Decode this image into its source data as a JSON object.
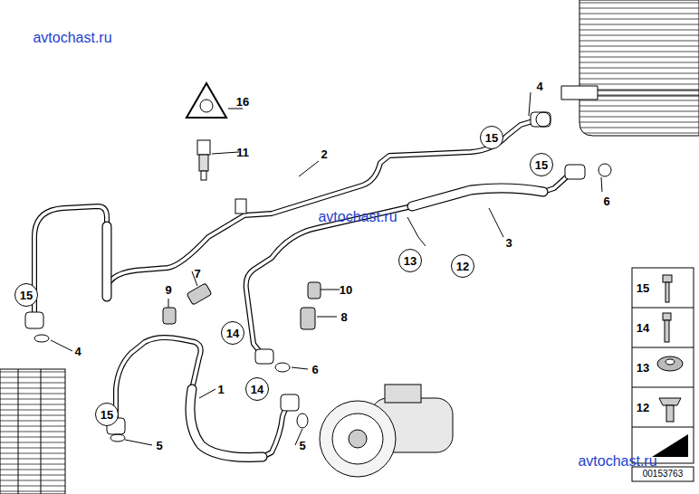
{
  "diagram": {
    "nodes": [
      {
        "text": [
          "15"
        ]
      },
      {
        "text": [
          "15"
        ]
      },
      {
        "text": [
          "13"
        ]
      },
      {
        "text": [
          "12"
        ]
      },
      {
        "text": [
          "15"
        ]
      },
      {
        "text": [
          "14"
        ]
      },
      {
        "text": [
          "14"
        ]
      },
      {
        "text": [
          "15"
        ]
      }
    ],
    "labels": [
      "avtochast.ru",
      "16",
      "4",
      "11",
      "2",
      "6",
      "3",
      "avtochast.ru",
      "7",
      "9",
      "10",
      "8",
      "4",
      "6",
      "1",
      "5",
      "5",
      "15",
      "14",
      "13",
      "12",
      "avtochast.ru",
      "00153763"
    ]
  }
}
